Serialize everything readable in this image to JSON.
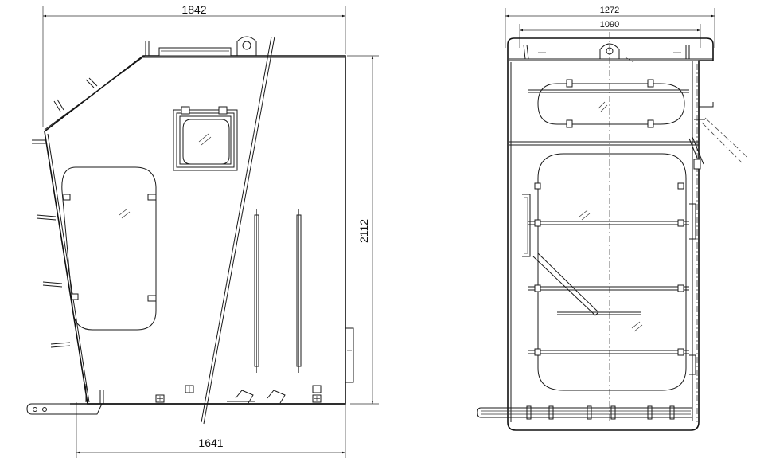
{
  "side_view": {
    "dims": {
      "top_width": "1842",
      "height": "2112",
      "bottom_width": "1641"
    }
  },
  "front_view": {
    "dims": {
      "outer_width": "1272",
      "inner_width": "1090"
    }
  }
}
